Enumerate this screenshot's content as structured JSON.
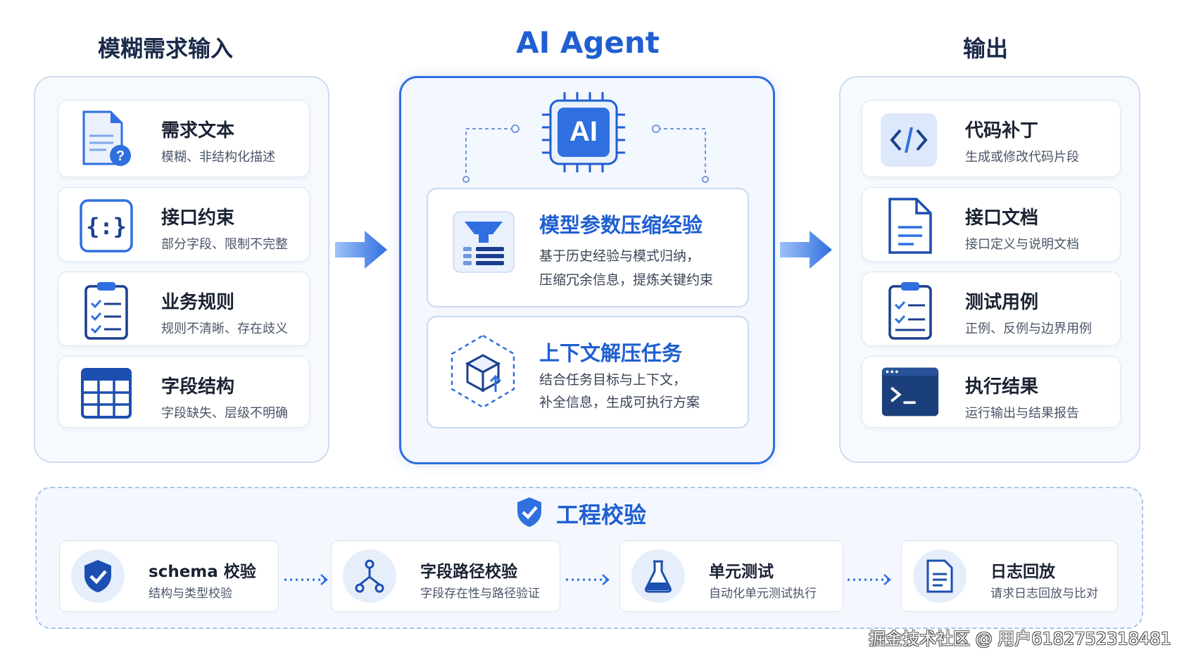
{
  "columns": {
    "input_title": "模糊需求输入",
    "agent_title": "AI Agent",
    "output_title": "输出"
  },
  "inputs": [
    {
      "title": "需求文本",
      "desc": "模糊、非结构化描述",
      "icon": "document-question-icon"
    },
    {
      "title": "接口约束",
      "desc": "部分字段、限制不完整",
      "icon": "braces-icon"
    },
    {
      "title": "业务规则",
      "desc": "规则不清晰、存在歧义",
      "icon": "clipboard-checklist-icon"
    },
    {
      "title": "字段结构",
      "desc": "字段缺失、层级不明确",
      "icon": "table-grid-icon"
    }
  ],
  "agent": {
    "chip_label": "AI",
    "cards": [
      {
        "title": "模型参数压缩经验",
        "line1": "基于历史经验与模式归纳，",
        "line2": "压缩冗余信息，提炼关键约束",
        "icon": "funnel-icon"
      },
      {
        "title": "上下文解压任务",
        "line1": "结合任务目标与上下文，",
        "line2": "补全信息，生成可执行方案",
        "icon": "box-expand-icon"
      }
    ]
  },
  "outputs": [
    {
      "title": "代码补丁",
      "desc": "生成或修改代码片段",
      "icon": "code-icon"
    },
    {
      "title": "接口文档",
      "desc": "接口定义与说明文档",
      "icon": "document-icon"
    },
    {
      "title": "测试用例",
      "desc": "正例、反例与边界用例",
      "icon": "clipboard-checklist-icon"
    },
    {
      "title": "执行结果",
      "desc": "运行输出与结果报告",
      "icon": "terminal-icon"
    }
  ],
  "validation": {
    "title": "工程校验",
    "steps": [
      {
        "title": "schema 校验",
        "desc": "结构与类型校验",
        "icon": "shield-check-icon"
      },
      {
        "title": "字段路径校验",
        "desc": "字段存在性与路径验证",
        "icon": "branch-path-icon"
      },
      {
        "title": "单元测试",
        "desc": "自动化单元测试执行",
        "icon": "flask-icon"
      },
      {
        "title": "日志回放",
        "desc": "请求日志回放与比对",
        "icon": "log-document-icon"
      }
    ]
  },
  "watermark": "掘金技术社区 @ 用户6182752318481",
  "colors": {
    "accent": "#2f6fe0",
    "navy": "#1b3f8f",
    "title": "#1b2a4a"
  }
}
